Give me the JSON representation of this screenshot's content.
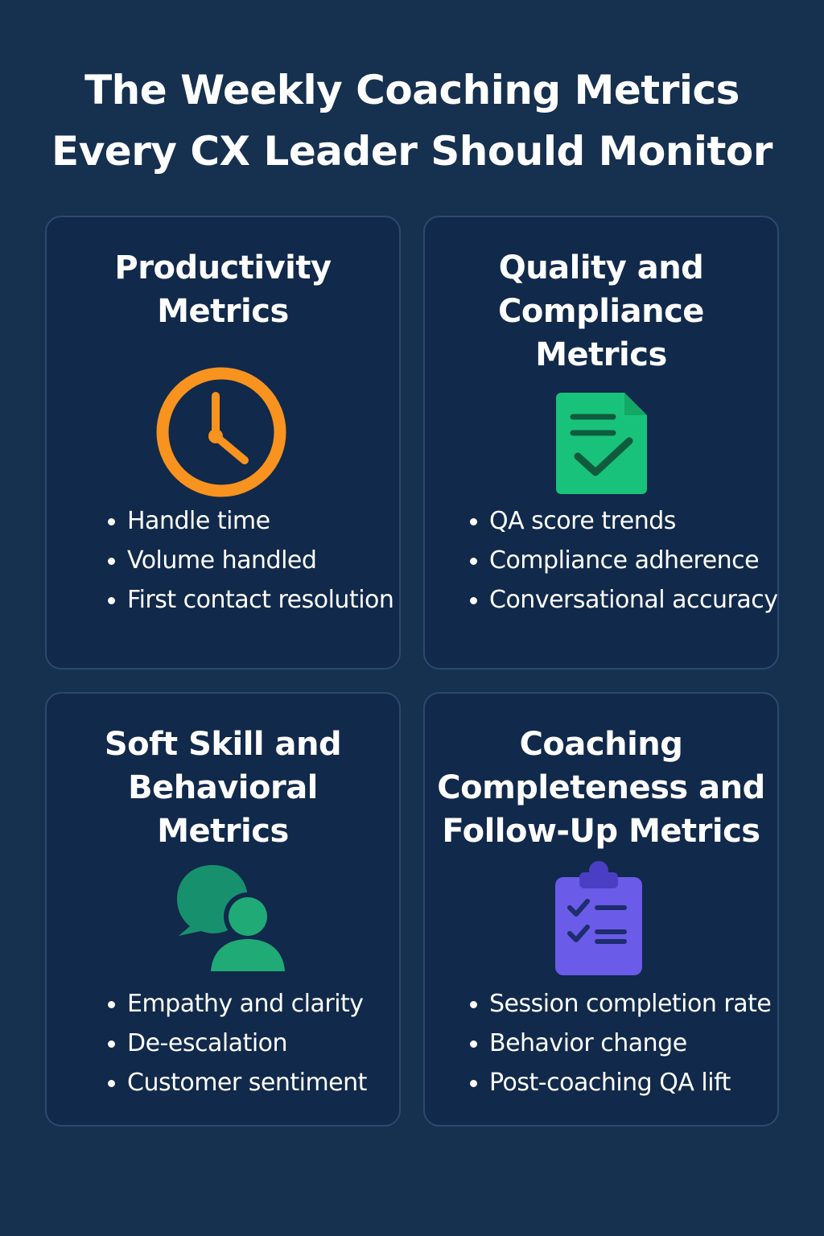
{
  "page": {
    "title_lines": [
      "The Weekly Coaching Metrics",
      "Every CX Leader Should Monitor"
    ]
  },
  "colors": {
    "background": "#16304f",
    "card_fill": "#11294a",
    "card_border": "#2b4a70",
    "clock_orange": "#f7931e",
    "document_green": "#19c27a",
    "chat_green": "#1aa977",
    "clipboard_purple": "#6a5be8"
  },
  "cards": [
    {
      "title_lines": [
        "Productivity",
        "Metrics"
      ],
      "icon": "clock-icon",
      "bullets": [
        "Handle time",
        "Volume handled",
        "First contact resolution"
      ]
    },
    {
      "title_lines": [
        "Quality and",
        "Compliance",
        "Metrics"
      ],
      "icon": "document-check-icon",
      "bullets": [
        "QA score trends",
        "Compliance adherence",
        "Conversational accuracy"
      ]
    },
    {
      "title_lines": [
        "Soft Skill and",
        "Behavioral",
        "Metrics"
      ],
      "icon": "chat-person-icon",
      "bullets": [
        "Empathy and clarity",
        "De-escalation",
        "Customer sentiment"
      ]
    },
    {
      "title_lines": [
        "Coaching",
        "Completeness and",
        "Follow-Up Metrics"
      ],
      "icon": "clipboard-checklist-icon",
      "bullets": [
        "Session completion rate",
        "Behavior change",
        "Post-coaching QA lift"
      ]
    }
  ]
}
